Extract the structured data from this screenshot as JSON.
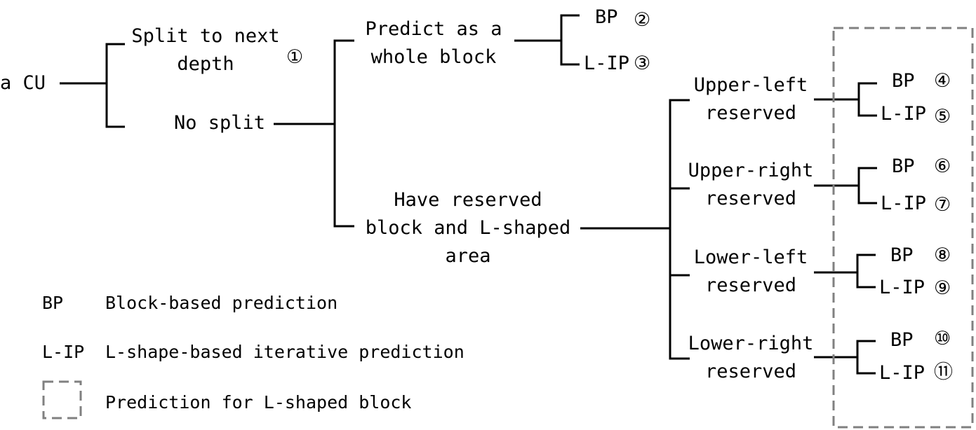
{
  "root": {
    "label": "a CU"
  },
  "level1": {
    "split": {
      "line1": "Split to next",
      "line2": "depth",
      "marker": "①"
    },
    "no_split": {
      "label": "No split"
    }
  },
  "level2": {
    "whole": {
      "line1": "Predict as a",
      "line2": "whole block"
    },
    "reserved": {
      "line1": "Have reserved",
      "line2": "block and L-shaped",
      "line3": "area"
    }
  },
  "whole_leaves": [
    {
      "label": "BP",
      "marker": "②"
    },
    {
      "label": "L-IP",
      "marker": "③"
    }
  ],
  "reserved_branches": [
    {
      "line1": "Upper-left",
      "line2": "reserved",
      "leaves": [
        {
          "label": "BP",
          "marker": "④"
        },
        {
          "label": "L-IP",
          "marker": "⑤"
        }
      ]
    },
    {
      "line1": "Upper-right",
      "line2": "reserved",
      "leaves": [
        {
          "label": "BP",
          "marker": "⑥"
        },
        {
          "label": "L-IP",
          "marker": "⑦"
        }
      ]
    },
    {
      "line1": "Lower-left",
      "line2": "reserved",
      "leaves": [
        {
          "label": "BP",
          "marker": "⑧"
        },
        {
          "label": "L-IP",
          "marker": "⑨"
        }
      ]
    },
    {
      "line1": "Lower-right",
      "line2": "reserved",
      "leaves": [
        {
          "label": "BP",
          "marker": "⑩"
        },
        {
          "label": "L-IP",
          "marker": "⑪"
        }
      ]
    }
  ],
  "legend": {
    "bp": {
      "abbr": "BP",
      "text": "Block-based prediction"
    },
    "lip": {
      "abbr": "L-IP",
      "text": "L-shape-based iterative prediction"
    },
    "box": {
      "text": "Prediction for L-shaped block"
    }
  },
  "colors": {
    "line": "#000000",
    "dash_box": "#808080",
    "text": "#000000"
  }
}
